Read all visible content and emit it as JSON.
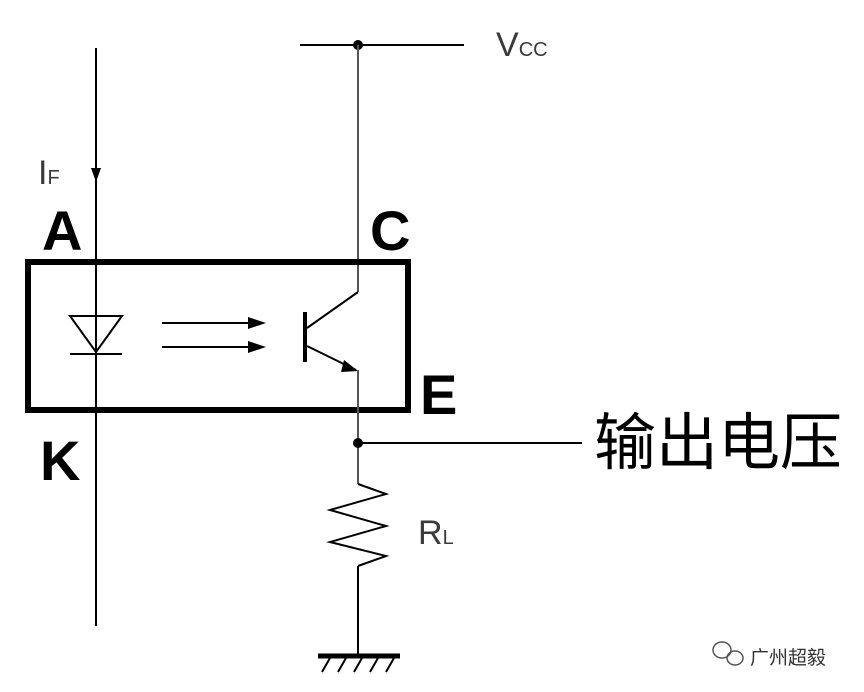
{
  "diagram": {
    "vcc_label": {
      "main": "V",
      "sub": "CC"
    },
    "if_label": {
      "main": "I",
      "sub": "F"
    },
    "rl_label": {
      "main": "R",
      "sub": "L"
    },
    "pin_anode": "A",
    "pin_cathode": "K",
    "pin_collector": "C",
    "pin_emitter": "E",
    "output_label": "输出电压"
  },
  "watermark": {
    "icon": "wechat-icon",
    "text": "广州超毅"
  }
}
